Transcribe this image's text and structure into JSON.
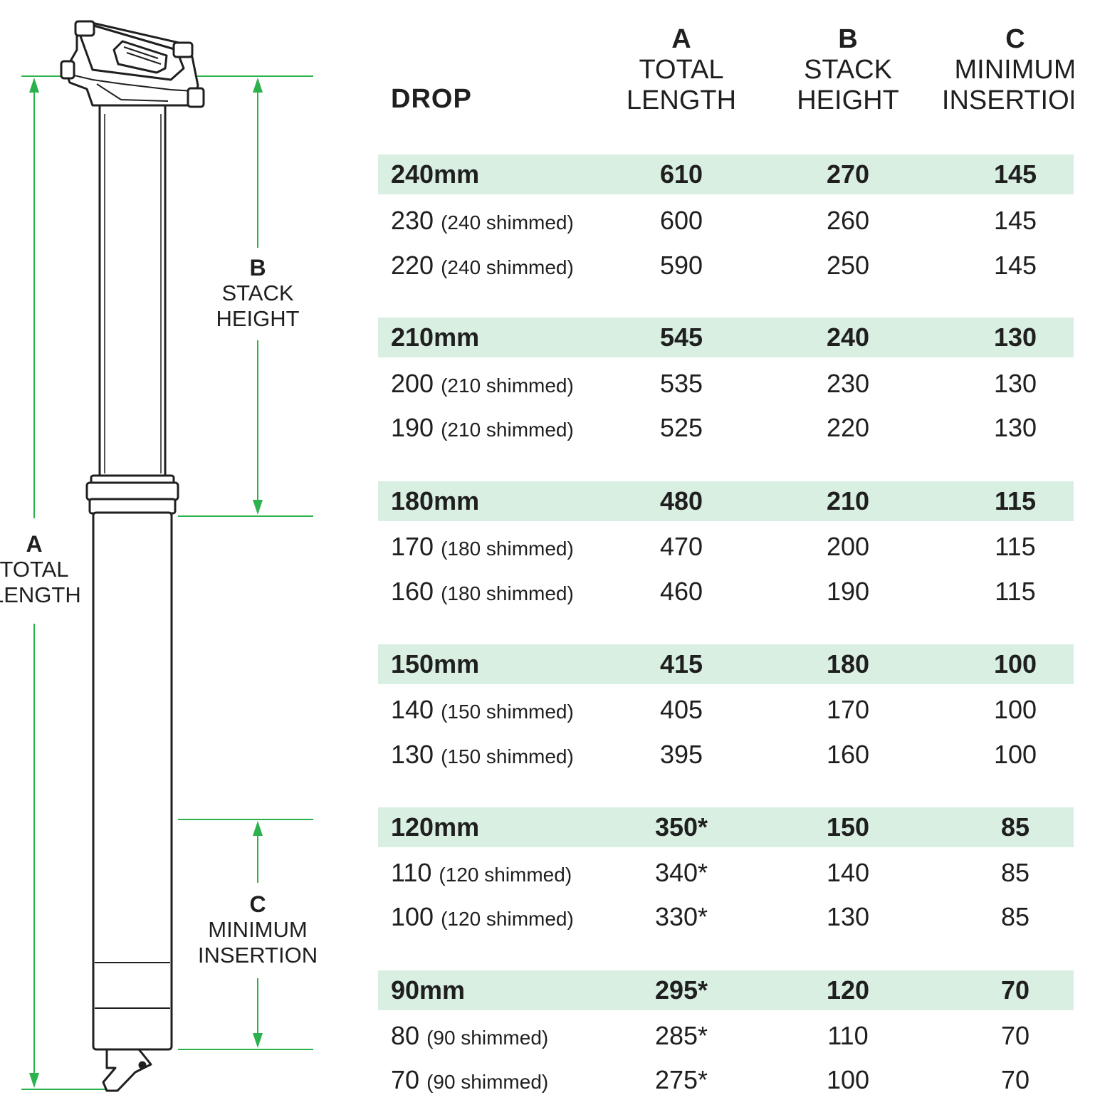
{
  "diagram": {
    "labels": {
      "a": {
        "letter": "A",
        "line1": "TOTAL",
        "line2": "LENGTH"
      },
      "b": {
        "letter": "B",
        "line1": "STACK",
        "line2": "HEIGHT"
      },
      "c": {
        "letter": "C",
        "line1": "MINIMUM",
        "line2": "INSERTION"
      }
    },
    "colors": {
      "dimension": "#2bb24c",
      "outline": "#1f1f1f",
      "band": "#d9efe2"
    }
  },
  "table": {
    "headers": {
      "drop": "DROP",
      "a": {
        "letter": "A",
        "line1": "TOTAL",
        "line2": "LENGTH"
      },
      "b": {
        "letter": "B",
        "line1": "STACK",
        "line2": "HEIGHT"
      },
      "c": {
        "letter": "C",
        "line1": "MINIMUM",
        "line2": "INSERTION"
      }
    },
    "groups": [
      {
        "main": {
          "drop": "240mm",
          "a": "610",
          "b": "270",
          "c": "145"
        },
        "subs": [
          {
            "drop": "230",
            "note": "(240 shimmed)",
            "a": "600",
            "b": "260",
            "c": "145"
          },
          {
            "drop": "220",
            "note": "(240 shimmed)",
            "a": "590",
            "b": "250",
            "c": "145"
          }
        ]
      },
      {
        "main": {
          "drop": "210mm",
          "a": "545",
          "b": "240",
          "c": "130"
        },
        "subs": [
          {
            "drop": "200",
            "note": "(210 shimmed)",
            "a": "535",
            "b": "230",
            "c": "130"
          },
          {
            "drop": "190",
            "note": "(210 shimmed)",
            "a": "525",
            "b": "220",
            "c": "130"
          }
        ]
      },
      {
        "main": {
          "drop": "180mm",
          "a": "480",
          "b": "210",
          "c": "115"
        },
        "subs": [
          {
            "drop": "170",
            "note": "(180 shimmed)",
            "a": "470",
            "b": "200",
            "c": "115"
          },
          {
            "drop": "160",
            "note": "(180 shimmed)",
            "a": "460",
            "b": "190",
            "c": "115"
          }
        ]
      },
      {
        "main": {
          "drop": "150mm",
          "a": "415",
          "b": "180",
          "c": "100"
        },
        "subs": [
          {
            "drop": "140",
            "note": "(150 shimmed)",
            "a": "405",
            "b": "170",
            "c": "100"
          },
          {
            "drop": "130",
            "note": "(150 shimmed)",
            "a": "395",
            "b": "160",
            "c": "100"
          }
        ]
      },
      {
        "main": {
          "drop": "120mm",
          "a": "350*",
          "b": "150",
          "c": "85"
        },
        "subs": [
          {
            "drop": "110",
            "note": "(120 shimmed)",
            "a": "340*",
            "b": "140",
            "c": "85"
          },
          {
            "drop": "100",
            "note": "(120 shimmed)",
            "a": "330*",
            "b": "130",
            "c": "85"
          }
        ]
      },
      {
        "main": {
          "drop": "90mm",
          "a": "295*",
          "b": "120",
          "c": "70"
        },
        "subs": [
          {
            "drop": "80",
            "note": "(90 shimmed)",
            "a": "285*",
            "b": "110",
            "c": "70"
          },
          {
            "drop": "70",
            "note": "(90 shimmed)",
            "a": "275*",
            "b": "100",
            "c": "70"
          }
        ]
      }
    ]
  }
}
